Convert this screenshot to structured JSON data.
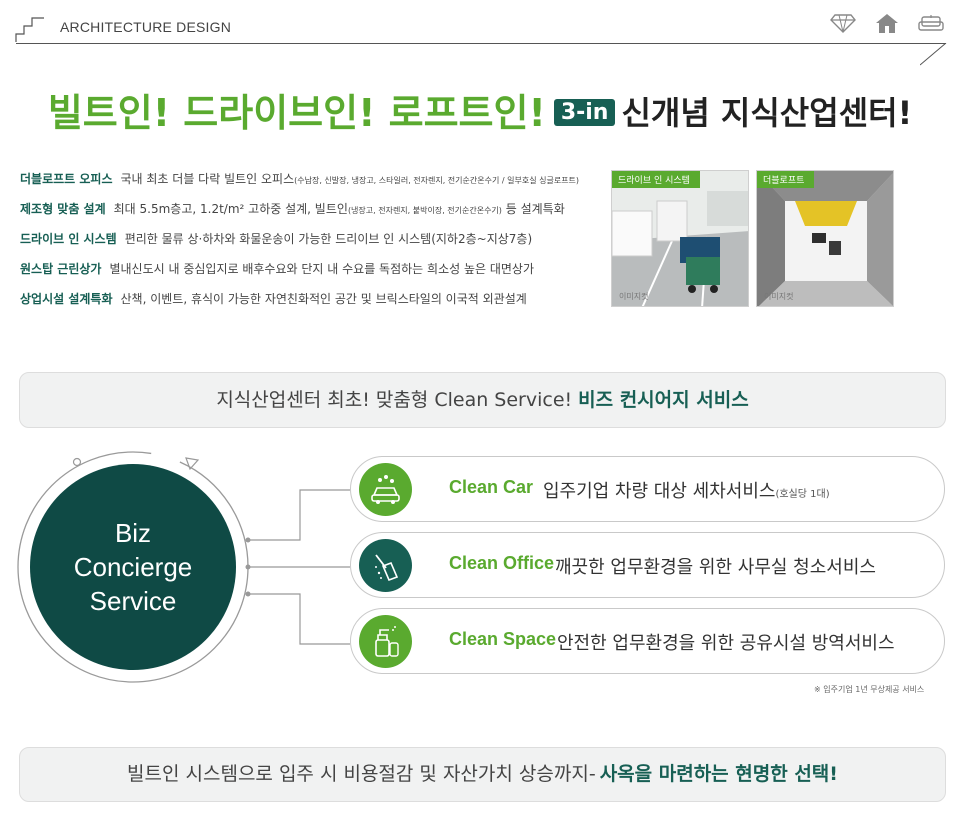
{
  "header": {
    "brand": "ARCHITECTURE DESIGN",
    "icons": [
      "diamond-icon",
      "home-icon",
      "sofa-icon"
    ]
  },
  "headline": {
    "part1": "빌트인! 드라이브인! 로프트인!",
    "badge": "3-in",
    "part2": "신개념 지식산업센터!"
  },
  "features": [
    {
      "key": "더블로프트 오피스",
      "text": "국내 최초 더블 다락 빌트인 오피스",
      "small": "(수납장, 신발장, 냉장고, 스타일러, 전자렌지, 전기순간온수기 / 일부호실 싱글로프트)",
      "tail": ""
    },
    {
      "key": "제조형 맞춤 설계",
      "text": "최대 5.5m층고, 1.2t/m² 고하중 설계, 빌트인",
      "small": "(냉장고, 전자렌지, 붙박이장, 전기순간온수기)",
      "tail": " 등 설계특화"
    },
    {
      "key": "드라이브 인 시스템",
      "text": "편리한 물류 상·하차와 화물운송이 가능한 드리이브 인 시스템(지하2층~지상7층)",
      "small": "",
      "tail": ""
    },
    {
      "key": "원스탑 근린상가",
      "text": "별내신도시 내 중심입지로 배후수요와 단지 내 수요를 독점하는 희소성 높은 대면상가",
      "small": "",
      "tail": ""
    },
    {
      "key": "상업시설 설계특화",
      "text": "산책, 이벤트, 휴식이 가능한 자연친화적인 공간 및 브릭스타일의 이국적 외관설계",
      "small": "",
      "tail": ""
    }
  ],
  "photos": [
    {
      "tag": "드라이브 인 시스템",
      "caption": "이미지컷"
    },
    {
      "tag": "더블로프트",
      "caption": "이미지컷"
    }
  ],
  "banner1": {
    "text": "지식산업센터 최초! 맞춤형 Clean Service!",
    "highlight": "비즈 컨시어지 서비스"
  },
  "biz": {
    "line1": "Biz",
    "line2": "Concierge",
    "line3": "Service"
  },
  "services": [
    {
      "name": "Clean Car",
      "desc": "입주기업 차량 대상 세차서비스",
      "small": "(호실당 1대)",
      "icon": "car-wash-icon",
      "color": "#5aaa2f"
    },
    {
      "name": "Clean Office",
      "desc": "깨끗한 업무환경을 위한 사무실 청소서비스",
      "small": "",
      "icon": "broom-icon",
      "color": "#175f54"
    },
    {
      "name": "Clean Space",
      "desc": "안전한 업무환경을 위한 공유시설 방역서비스",
      "small": "",
      "icon": "spray-bottle-icon",
      "color": "#5aaa2f"
    }
  ],
  "note": "※ 입주기업 1년 무상제공 서비스",
  "banner2": {
    "text": "빌트인 시스템으로 입주 시 비용절감 및 자산가치 상승까지-",
    "highlight": "사옥을 마련하는 현명한 선택!"
  },
  "colors": {
    "green": "#5aaa2f",
    "dark_teal": "#175f54",
    "circle": "#0f4a45"
  }
}
